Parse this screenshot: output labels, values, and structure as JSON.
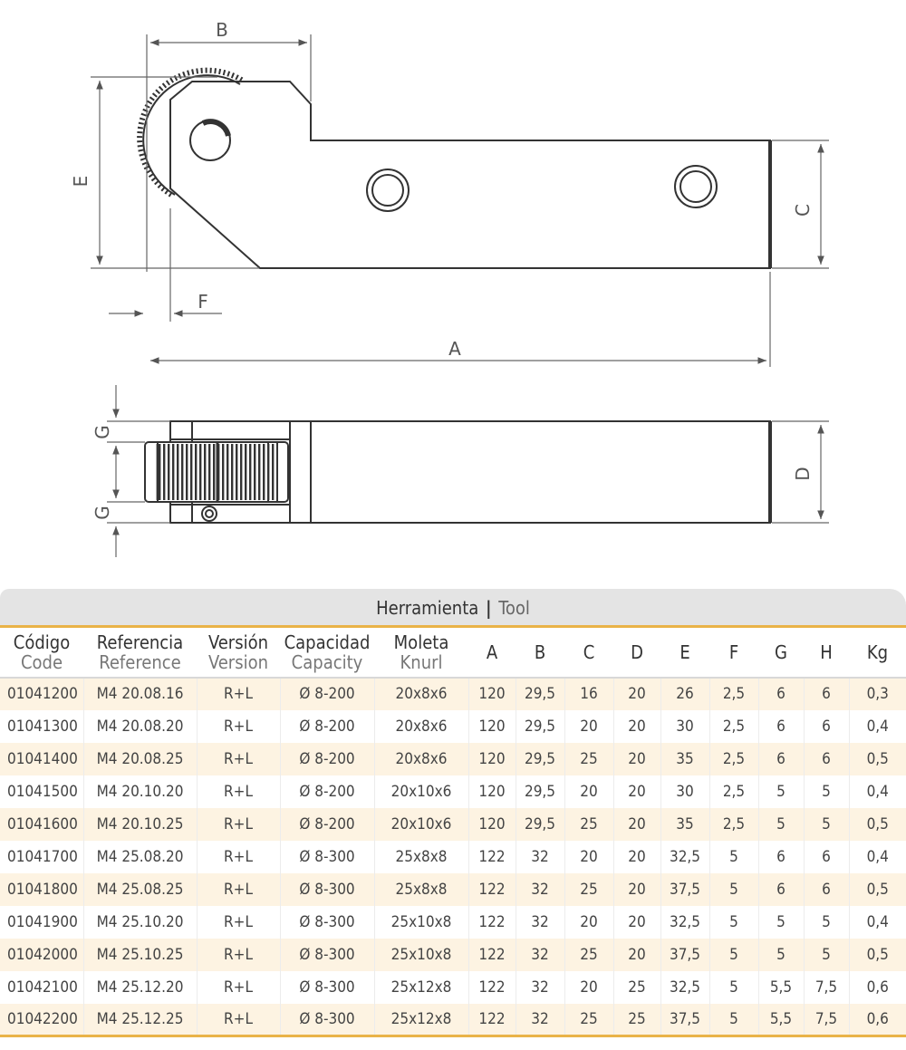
{
  "drawing": {
    "labels": {
      "A": "A",
      "B": "B",
      "C": "C",
      "D": "D",
      "E": "E",
      "F": "F",
      "G": "G"
    }
  },
  "table": {
    "title": "Herramienta",
    "separator": "|",
    "subtitle": "Tool",
    "headers": [
      {
        "main": "Código",
        "sub": "Code"
      },
      {
        "main": "Referencia",
        "sub": "Reference"
      },
      {
        "main": "Versión",
        "sub": "Version"
      },
      {
        "main": "Capacidad",
        "sub": "Capacity"
      },
      {
        "main": "Moleta",
        "sub": "Knurl"
      },
      {
        "main": "A",
        "sub": ""
      },
      {
        "main": "B",
        "sub": ""
      },
      {
        "main": "C",
        "sub": ""
      },
      {
        "main": "D",
        "sub": ""
      },
      {
        "main": "E",
        "sub": ""
      },
      {
        "main": "F",
        "sub": ""
      },
      {
        "main": "G",
        "sub": ""
      },
      {
        "main": "H",
        "sub": ""
      },
      {
        "main": "Kg",
        "sub": ""
      }
    ],
    "rows": [
      [
        "01041200",
        "M4 20.08.16",
        "R+L",
        "Ø 8-200",
        "20x8x6",
        "120",
        "29,5",
        "16",
        "20",
        "26",
        "2,5",
        "6",
        "6",
        "0,3"
      ],
      [
        "01041300",
        "M4 20.08.20",
        "R+L",
        "Ø 8-200",
        "20x8x6",
        "120",
        "29,5",
        "20",
        "20",
        "30",
        "2,5",
        "6",
        "6",
        "0,4"
      ],
      [
        "01041400",
        "M4 20.08.25",
        "R+L",
        "Ø 8-200",
        "20x8x6",
        "120",
        "29,5",
        "25",
        "20",
        "35",
        "2,5",
        "6",
        "6",
        "0,5"
      ],
      [
        "01041500",
        "M4 20.10.20",
        "R+L",
        "Ø 8-200",
        "20x10x6",
        "120",
        "29,5",
        "20",
        "20",
        "30",
        "2,5",
        "5",
        "5",
        "0,4"
      ],
      [
        "01041600",
        "M4 20.10.25",
        "R+L",
        "Ø 8-200",
        "20x10x6",
        "120",
        "29,5",
        "25",
        "20",
        "35",
        "2,5",
        "5",
        "5",
        "0,5"
      ],
      [
        "01041700",
        "M4 25.08.20",
        "R+L",
        "Ø 8-300",
        "25x8x8",
        "122",
        "32",
        "20",
        "20",
        "32,5",
        "5",
        "6",
        "6",
        "0,4"
      ],
      [
        "01041800",
        "M4 25.08.25",
        "R+L",
        "Ø 8-300",
        "25x8x8",
        "122",
        "32",
        "25",
        "20",
        "37,5",
        "5",
        "6",
        "6",
        "0,5"
      ],
      [
        "01041900",
        "M4 25.10.20",
        "R+L",
        "Ø 8-300",
        "25x10x8",
        "122",
        "32",
        "20",
        "20",
        "32,5",
        "5",
        "5",
        "5",
        "0,4"
      ],
      [
        "01042000",
        "M4 25.10.25",
        "R+L",
        "Ø 8-300",
        "25x10x8",
        "122",
        "32",
        "25",
        "20",
        "37,5",
        "5",
        "5",
        "5",
        "0,5"
      ],
      [
        "01042100",
        "M4 25.12.20",
        "R+L",
        "Ø 8-300",
        "25x12x8",
        "122",
        "32",
        "20",
        "25",
        "32,5",
        "5",
        "5,5",
        "7,5",
        "0,6"
      ],
      [
        "01042200",
        "M4 25.12.25",
        "R+L",
        "Ø 8-300",
        "25x12x8",
        "122",
        "32",
        "25",
        "25",
        "37,5",
        "5",
        "5,5",
        "7,5",
        "0,6"
      ]
    ]
  }
}
